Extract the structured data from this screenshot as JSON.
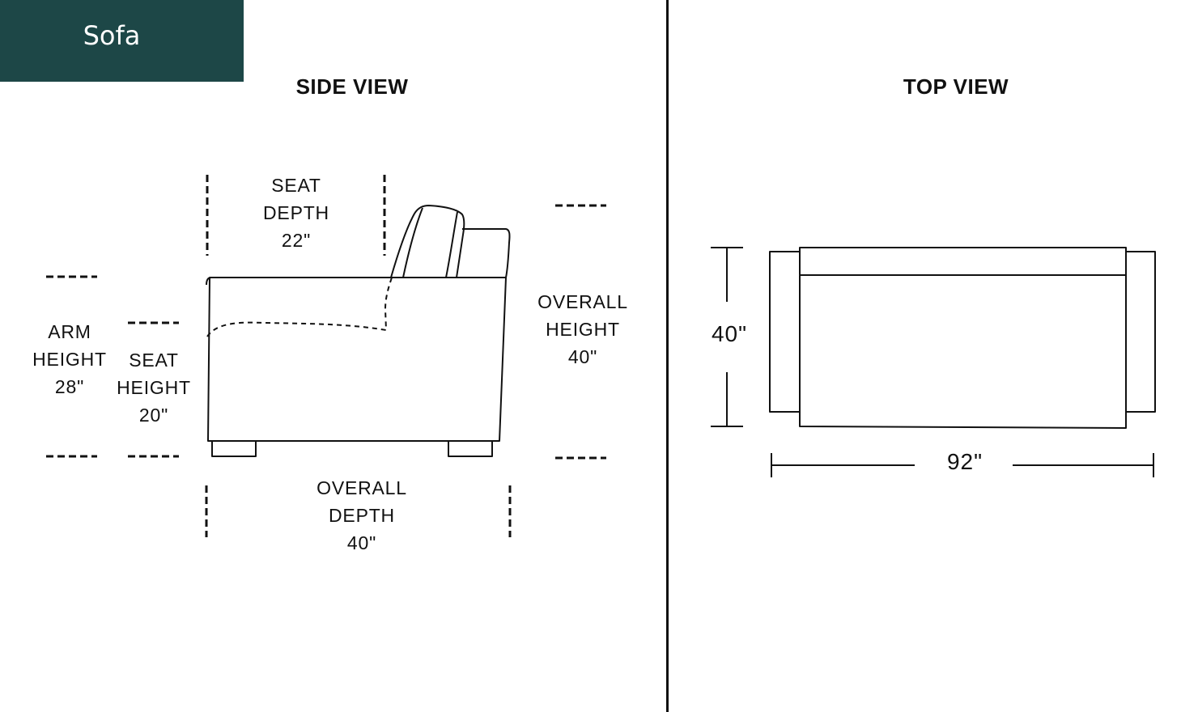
{
  "product": {
    "name": "Sofa"
  },
  "side_view": {
    "title": "SIDE VIEW",
    "seat_depth": {
      "line1": "SEAT",
      "line2": "DEPTH",
      "value": "22\""
    },
    "arm_height": {
      "line1": "ARM",
      "line2": "HEIGHT",
      "value": "28\""
    },
    "seat_height": {
      "line1": "SEAT",
      "line2": "HEIGHT",
      "value": "20\""
    },
    "overall_height": {
      "line1": "OVERALL",
      "line2": "HEIGHT",
      "value": "40\""
    },
    "overall_depth": {
      "line1": "OVERALL",
      "line2": "DEPTH",
      "value": "40\""
    }
  },
  "top_view": {
    "title": "TOP VIEW",
    "depth": "40\"",
    "width": "92\""
  },
  "colors": {
    "badge_background": "#1d4747",
    "badge_text": "#ffffff",
    "line": "#111111"
  }
}
